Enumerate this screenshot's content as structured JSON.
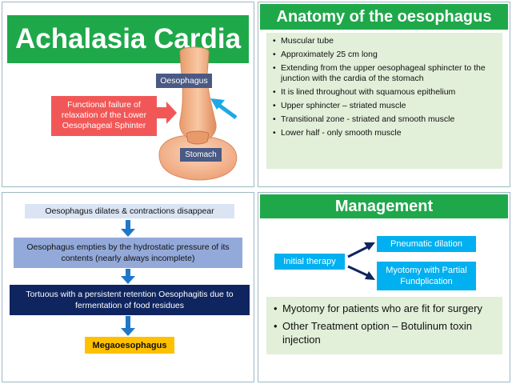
{
  "panel1": {
    "title": "Achalasia Cardia",
    "oesophagus_label": "Oesophagus",
    "stomach_label": "Stomach",
    "failure_label": "Functional failure of relaxation of the Lower Oesophageal Sphinter"
  },
  "panel2": {
    "title": "Anatomy of the oesophagus",
    "bullets": [
      "Muscular tube",
      "Approximately 25 cm long",
      "Extending from the upper oesophageal sphincter to the junction with the cardia of the stomach",
      "It is lined throughout with squamous epithelium",
      "Upper sphincter – striated muscle",
      "Transitional zone - striated and smooth muscle",
      "Lower half - only smooth muscle"
    ]
  },
  "panel3": {
    "steps": [
      "Oesophagus dilates & contractions disappear",
      "Oesophagus empties by the hydrostatic pressure of its contents (nearly always incomplete)",
      "Tortuous with a persistent retention Oesophagitis due to fermentation of food residues",
      "Megaoesophagus"
    ],
    "colors": {
      "step1": "#dbe4f3",
      "step2": "#93a9d9",
      "step3": "#0f2560",
      "step4": "#ffc000",
      "arrow": "#1f77c9"
    }
  },
  "panel4": {
    "title": "Management",
    "initial": "Initial therapy",
    "option1": "Pneumatic dilation",
    "option2": "Myotomy with Partial Fundplication",
    "bullets": [
      "Myotomy for patients who are fit for surgery",
      "Other Treatment option – Botulinum toxin injection"
    ]
  },
  "colors": {
    "green": "#1fa84a",
    "light_green": "#e2efd9",
    "cyan": "#00b0f0",
    "red": "#f25757",
    "slate": "#4a5a85"
  }
}
